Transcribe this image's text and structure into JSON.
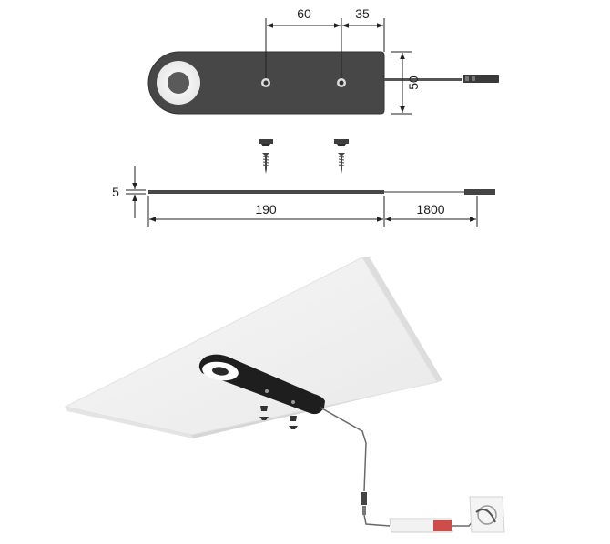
{
  "dimensions": {
    "hole_spacing": "60",
    "hole_to_end": "35",
    "width": "50",
    "thickness": "5",
    "length": "190",
    "cable_length": "1800"
  },
  "colors": {
    "housing": "#454545",
    "led_ring": "#ffffff",
    "dimension_line": "#222222",
    "shelf": "#f3f3f3",
    "shelf_edge": "#dcdcdc"
  },
  "components": [
    "led-housing-top-view",
    "led-housing-side-view",
    "mounting-screws",
    "shelf",
    "cable",
    "connector",
    "driver",
    "wall-plug"
  ]
}
